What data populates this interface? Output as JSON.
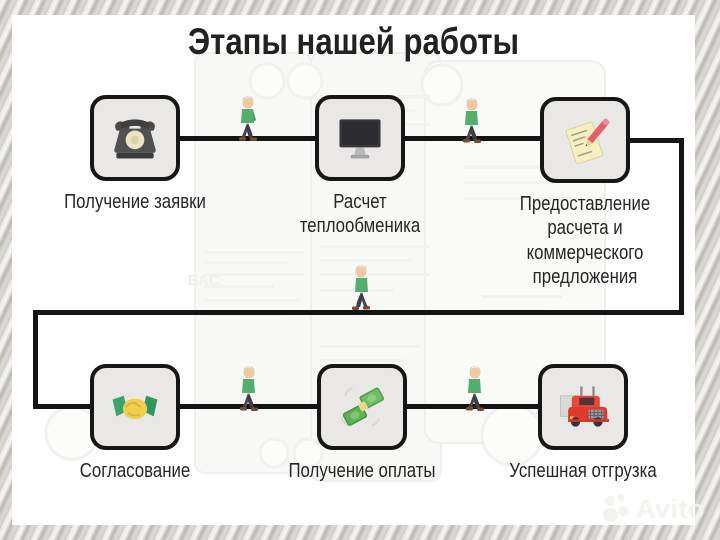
{
  "title": "Этапы нашей работы",
  "steps": [
    {
      "label": "Получение заявки",
      "icon": "rotary-phone-icon"
    },
    {
      "label": "Расчет теплообменика",
      "icon": "computer-monitor-icon"
    },
    {
      "label": "Предоставление расчета и коммерческого предложения",
      "icon": "note-and-pencil-icon"
    },
    {
      "label": "Согласование",
      "icon": "handshake-icon"
    },
    {
      "label": "Получение оплаты",
      "icon": "money-banknotes-icon"
    },
    {
      "label": "Успешная отгрузка",
      "icon": "red-truck-icon"
    }
  ],
  "walkers": {
    "count": 5,
    "style": "small walking man, green shirt"
  },
  "background": {
    "eac_label": "EAC"
  },
  "watermark": {
    "brand": "Avito"
  },
  "colors": {
    "box_fill": "#e9e8e6",
    "line_black": "#141414",
    "shirt_green": "#53b06c",
    "truck_red": "#e8473a",
    "money_green": "#6fbe63",
    "paper_yellow": "#f6efbe",
    "hand_yellow": "#f2cf4a"
  }
}
